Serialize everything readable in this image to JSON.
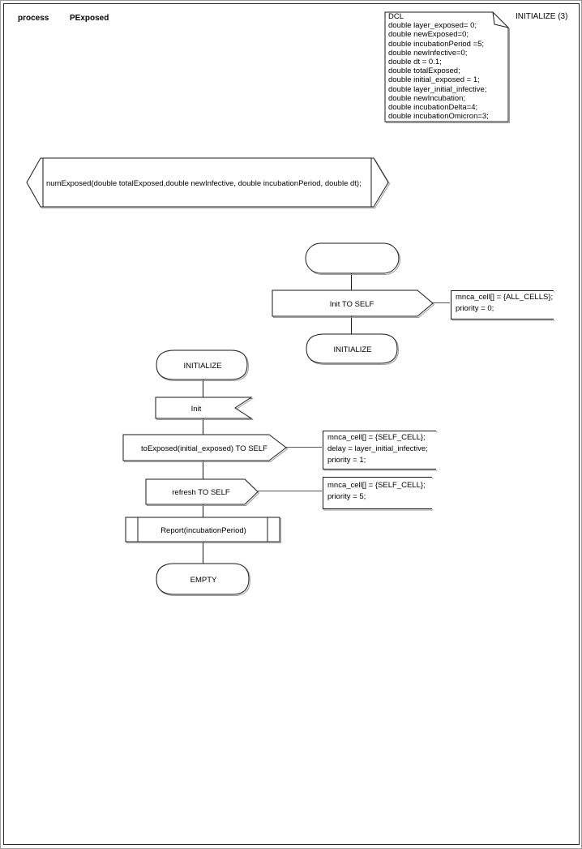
{
  "header": {
    "keyword": "process",
    "process_name": "PExposed",
    "page_label": "INITIALIZE (3)"
  },
  "declarations": {
    "lines": [
      "DCL",
      "double layer_exposed= 0;",
      "double newExposed=0;",
      "double incubationPeriod =5;",
      "double newInfective=0;",
      "double dt = 0.1;",
      "double totalExposed;",
      "double initial_exposed = 1;",
      "double layer_initial_infective;",
      "double newIncubation;",
      "double incubationDelta=4;",
      "double incubationOmicron=3;"
    ]
  },
  "procedure_declaration": {
    "text": "numExposed(double totalExposed,double newInfective, double incubationPeriod, double dt);"
  },
  "start_transition": {
    "output_label": "Init TO SELF",
    "output_comment_lines": [
      "mnca_cell[] = {ALL_CELLS};",
      "priority = 0;"
    ],
    "next_state": "INITIALIZE"
  },
  "initialize_transition": {
    "state_label": "INITIALIZE",
    "input_label": "Init",
    "output_toexposed_label": "toExposed(initial_exposed) TO SELF",
    "toexposed_comment_lines": [
      "mnca_cell[] = {SELF_CELL};",
      "delay = layer_initial_infective;",
      "priority = 1;"
    ],
    "output_refresh_label": "refresh TO SELF",
    "refresh_comment_lines": [
      "mnca_cell[] = {SELF_CELL};",
      "priority = 5;"
    ],
    "procedure_call_label": "Report(incubationPeriod)",
    "next_state": "EMPTY"
  },
  "colors": {
    "line": "#1a1a1a",
    "shadow": "#9a9a9a",
    "comment_connector": "#555555",
    "frame": "#2b2b2b",
    "background": "#ffffff"
  }
}
